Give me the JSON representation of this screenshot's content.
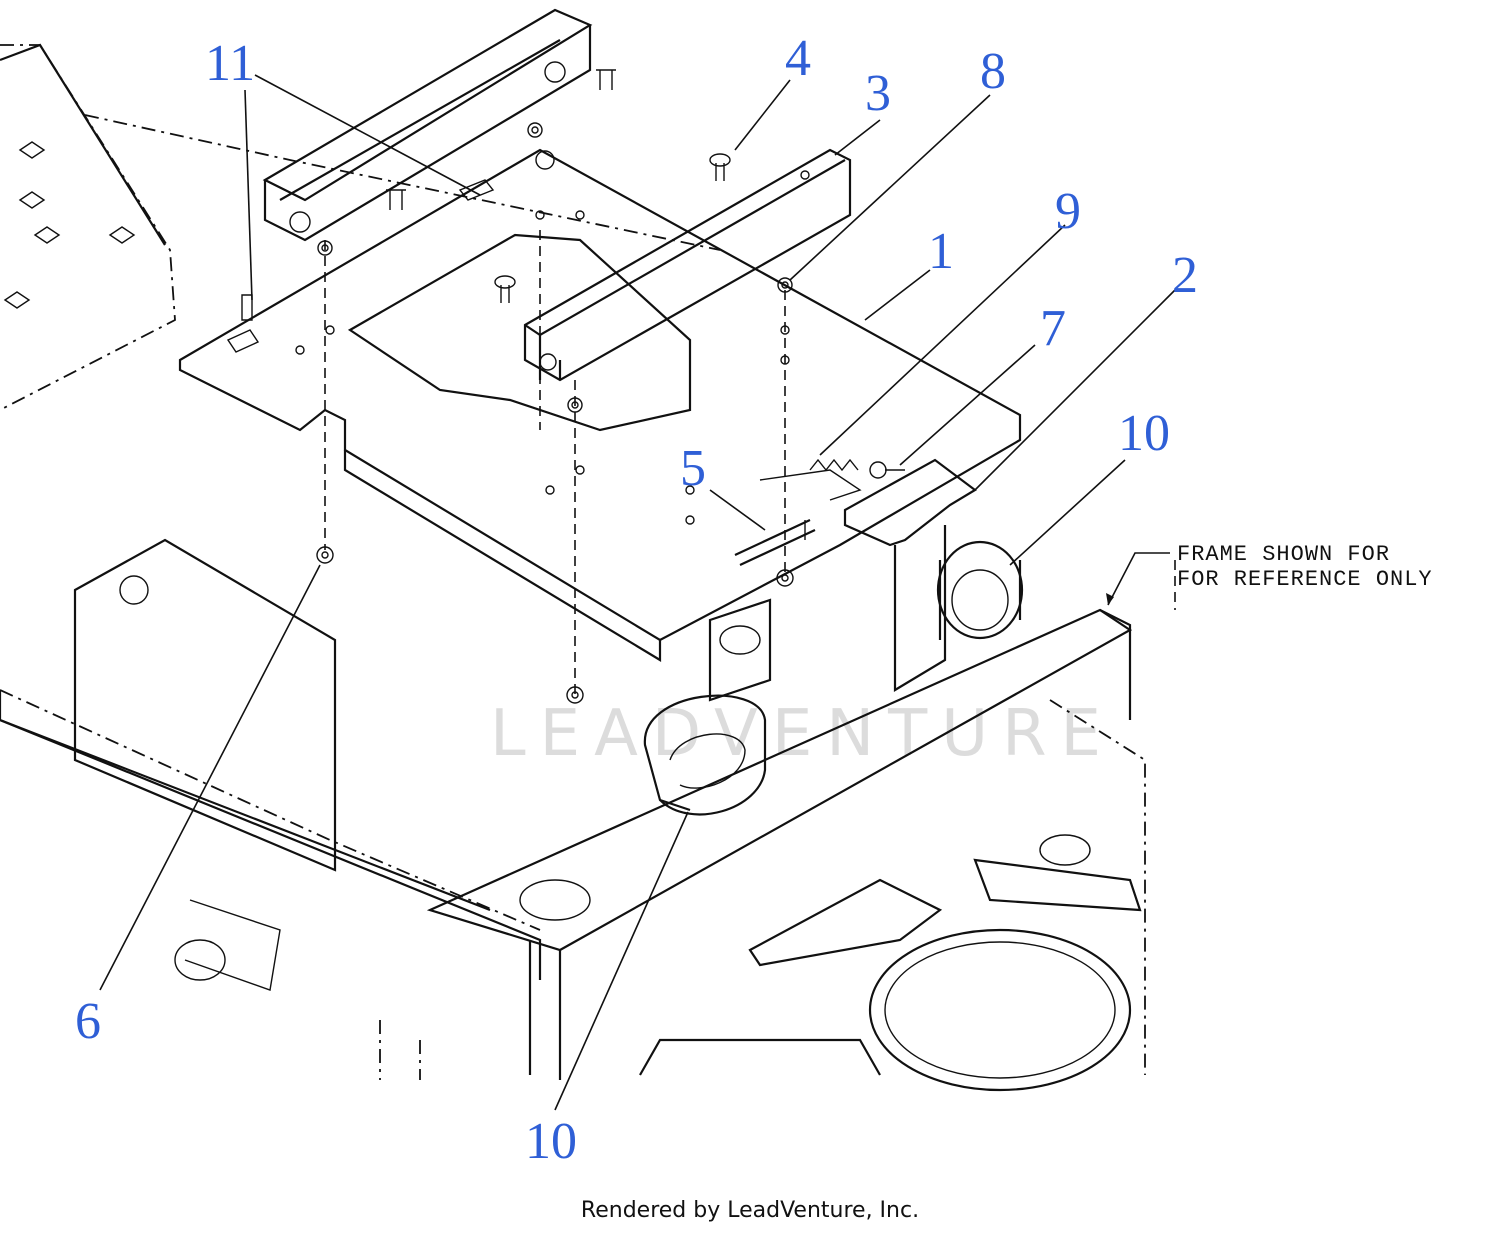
{
  "callouts": [
    {
      "id": "c11",
      "label": "11"
    },
    {
      "id": "c4",
      "label": "4"
    },
    {
      "id": "c3",
      "label": "3"
    },
    {
      "id": "c8",
      "label": "8"
    },
    {
      "id": "c9",
      "label": "9"
    },
    {
      "id": "c1",
      "label": "1"
    },
    {
      "id": "c2",
      "label": "2"
    },
    {
      "id": "c7",
      "label": "7"
    },
    {
      "id": "c10a",
      "label": "10"
    },
    {
      "id": "c5",
      "label": "5"
    },
    {
      "id": "c6",
      "label": "6"
    },
    {
      "id": "c10b",
      "label": "10"
    }
  ],
  "note": {
    "line1": "FRAME SHOWN FOR",
    "line2": "FOR REFERENCE ONLY"
  },
  "watermark": "LEADVENTURE",
  "credit": "Rendered by LeadVenture, Inc.",
  "colors": {
    "callout": "#2f5fd6",
    "linework": "#111111",
    "watermark": "#dcdcdc"
  }
}
